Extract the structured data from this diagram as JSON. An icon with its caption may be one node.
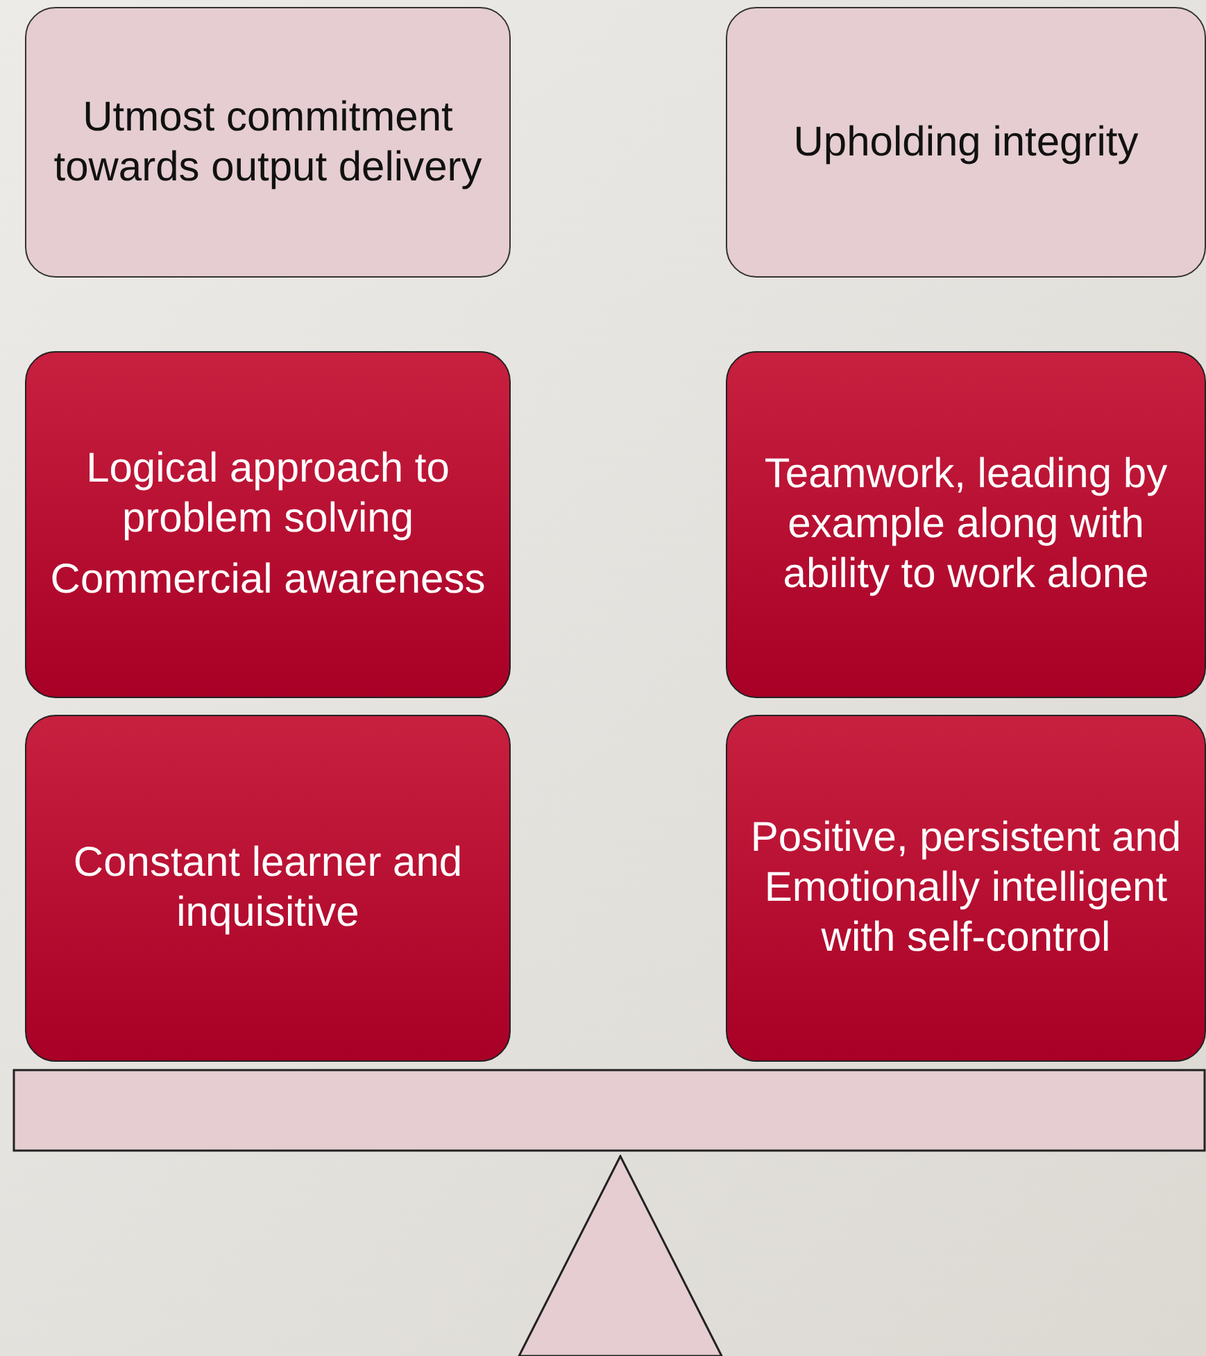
{
  "diagram": {
    "nodes": [
      {
        "text": [
          "Utmost commitment towards output delivery"
        ]
      },
      {
        "text": [
          "Upholding integrity"
        ]
      },
      {
        "text": [
          "Logical approach to problem solving",
          "Commercial awareness"
        ]
      },
      {
        "text": [
          "Teamwork, leading by example along with ability to work alone"
        ]
      },
      {
        "text": [
          "Constant learner and inquisitive"
        ]
      },
      {
        "text": [
          "Positive, persistent and Emotionally intelligent  with self-control"
        ]
      },
      {
        "text": [],
        "shape": "bar"
      },
      {
        "text": [],
        "shape": "triangle"
      }
    ],
    "edges": []
  }
}
